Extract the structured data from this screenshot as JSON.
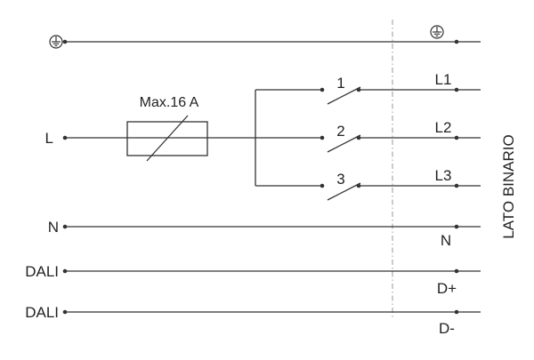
{
  "diagram": {
    "fuse_label": "Max.16 A",
    "side_label": "LATO BINARIO",
    "left_terminals": {
      "l": "L",
      "n": "N",
      "dali1": "DALI",
      "dali2": "DALI"
    },
    "switches": [
      {
        "number": "1",
        "output": "L1"
      },
      {
        "number": "2",
        "output": "L2"
      },
      {
        "number": "3",
        "output": "L3"
      }
    ],
    "right_terminals": {
      "n": "N",
      "d_plus": "D+",
      "d_minus": "D-"
    },
    "ground_symbol": "protective-earth-icon",
    "colors": {
      "line": "#333333",
      "text": "#222222",
      "background": "#ffffff"
    }
  }
}
